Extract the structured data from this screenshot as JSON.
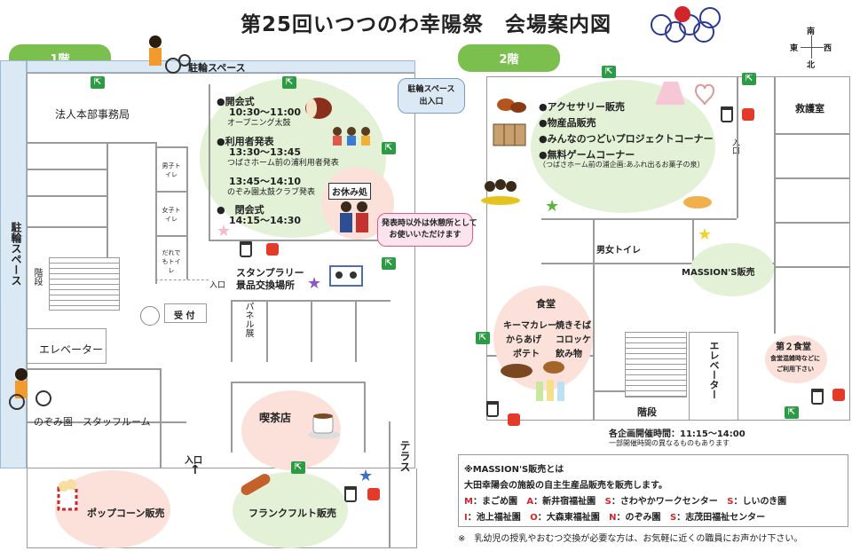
{
  "title": "第25回いつつのわ幸陽祭　会場案内図",
  "compass": {
    "n": "南",
    "s": "北",
    "e": "西",
    "w": "東"
  },
  "floor1": {
    "tab": "1階",
    "bike_top": "駐輪スペース",
    "bike_left": "駐輪スペース",
    "bike_entrance": "駐輪スペース\n出入口",
    "hq": "法人本部事務局",
    "elevator": "エレベーター",
    "staff_room": "のぞみ園　スタッフルーム",
    "stairs": "階段",
    "reception": "受 付",
    "entrance1": "入口",
    "entrance2": "入口",
    "toilet_m": "男子トイレ",
    "toilet_f": "女子トイレ",
    "toilet_any": "だれでもトイレ",
    "panel": "パネル展",
    "stamp": "スタンプラリー\n景品交換場所",
    "cafe": "喫茶店",
    "popcorn": "ポップコーン販売",
    "frankfurt": "フランクフルト販売",
    "terrace": "テラス",
    "rest_note": "発表時以外は休憩所として\nお使いいただけます",
    "sign": "お休み処",
    "program": [
      {
        "head": "●開会式",
        "time": "10:30～11:00",
        "sub": "オープニング太鼓"
      },
      {
        "head": "●利用者発表",
        "time": "13:30～13:45",
        "sub": "つばさホーム前の浦利用者発表"
      },
      {
        "head": "",
        "time": "13:45～14:10",
        "sub": "のぞみ園太鼓クラブ発表"
      },
      {
        "head": "●　閉会式",
        "time": "14:15～14:30",
        "sub": ""
      }
    ]
  },
  "floor2": {
    "tab": "2階",
    "sales": [
      "●アクセサリー販売",
      "●物産品販売",
      "●みんなのつどいプロジェクトコーナー",
      "●無料ゲームコーナー"
    ],
    "game_note": "（つばさホーム前の浦企画:あふれ出るお菓子の泉）",
    "first_aid": "救護室",
    "entrance": "入口",
    "toilet": "男女トイレ",
    "mission": "MASSION'S販売",
    "cafeteria": "食堂",
    "menu": [
      "キーマカレー",
      "焼きそば",
      "からあげ",
      "コロッケ",
      "ポテト",
      "飲み物"
    ],
    "elevator": "エレベーター",
    "stairs": "階段",
    "second_cafeteria": "第２食堂",
    "second_note": "食堂混雑時などに\nご利用下さい",
    "hours": "各企画開催時間：11:15～14:00",
    "hours_note": "一部開催時間の異なるものもあります"
  },
  "legend": {
    "title": "※MASSION'S販売とは",
    "desc": "大田幸陽会の施設の自主生産品販売を販売します。",
    "items": [
      {
        "k": "M",
        "v": "まごめ園"
      },
      {
        "k": "A",
        "v": "新井宿福祉園"
      },
      {
        "k": "S",
        "v": "さわやかワークセンター"
      },
      {
        "k": "S",
        "v": "しいのき園"
      },
      {
        "k": "I",
        "v": "池上福祉園"
      },
      {
        "k": "O",
        "v": "大森東福祉園"
      },
      {
        "k": "N",
        "v": "のぞみ園"
      },
      {
        "k": "S",
        "v": "志茂田福祉センター"
      }
    ]
  },
  "footer": "※　乳幼児の授乳やおむつ交換が必要な方は、お気軽に近くの職員にお声かけ下さい。",
  "colors": {
    "tab": "#7bbf4f",
    "bubble_green": "#e3f1d6",
    "bubble_pink": "#fbe1da",
    "exit": "#2d9a45",
    "fire": "#e23b2a",
    "accent_red": "#d2252b",
    "bike_bg": "#dbe9f5"
  }
}
